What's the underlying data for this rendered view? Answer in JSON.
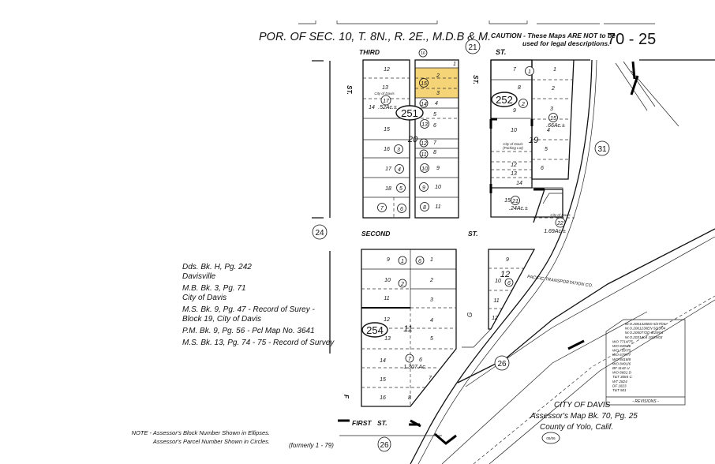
{
  "header": {
    "title": "POR. OF SEC. 10, T. 8N., R. 2E., M.D.B & M.",
    "caution_line1": "CAUTION - These Maps ARE NOT to be",
    "caution_line2": "used for legal descriptions.",
    "page_number": "70 - 25"
  },
  "streets": {
    "third": "THIRD",
    "third_st": "ST.",
    "second": "SECOND",
    "second_st": "ST.",
    "first": "FIRST",
    "first_st": "ST.",
    "west_st": "ST.",
    "west_f": "F",
    "mid_st": "ST.",
    "g": "G",
    "railroad": "PACIFIC TRANSPORTATION CO."
  },
  "blocks": {
    "b251": "251",
    "b252": "252",
    "b254": "254",
    "block_20": "20",
    "block_19": "19",
    "block_11": "11",
    "block_12": "12"
  },
  "circled": {
    "c21": "21",
    "c16": "16",
    "c24": "24",
    "c31": "31",
    "c26a": "26",
    "c26b": "26",
    "c22": "22"
  },
  "block_251": {
    "west_parcels": [
      "12",
      "13",
      "14",
      "15",
      "16",
      "17",
      "18",
      "7",
      "6"
    ],
    "west_circles": [
      "17",
      "3",
      "4",
      "5",
      "7",
      "6"
    ],
    "acreage": ".52Ac.±",
    "owner": "City of Davis",
    "east_parcels": [
      "1",
      "2",
      "3",
      "4",
      "5",
      "6",
      "7",
      "8",
      "9",
      "10",
      "11"
    ],
    "east_circles": [
      "15",
      "14",
      "13",
      "12",
      "11",
      "10",
      "9",
      "8"
    ]
  },
  "block_252": {
    "parcels": [
      "7",
      "1",
      "8",
      "2",
      "9",
      "3",
      "4",
      "10",
      "5",
      "12",
      "13",
      "6",
      "14",
      "15"
    ],
    "circles": [
      "1",
      "2",
      "15",
      "21"
    ],
    "acreage_15": ".66Ac.±",
    "acreage_21": ".24Ac.±",
    "owner": "City of Davis",
    "owner_note": "(Parking Lot)",
    "owner_22": "City of Davis",
    "acreage_22": "1.69Ac.±"
  },
  "block_254": {
    "parcels": [
      "9",
      "1",
      "10",
      "2",
      "11",
      "3",
      "12",
      "4",
      "13",
      "5",
      "14",
      "6",
      "15",
      "7",
      "16",
      "8"
    ],
    "circles": [
      "1",
      "6",
      "2",
      "7"
    ],
    "acreage": "1.307 Ac."
  },
  "block_12": {
    "parcels": [
      "9",
      "10",
      "11",
      "12"
    ],
    "circles": [
      "6"
    ]
  },
  "references": [
    "Dds. Bk. H, Pg. 242",
    "Davisville",
    "M.B. Bk. 3, Pg. 71",
    "City of Davis",
    "M.S. Bk. 9, Pg. 47 - Record of Surey -",
    "Block 19, City of Davis",
    "P.M. Bk. 9, Pg. 56 - Pcl Map No. 3641",
    "M.S. Bk. 13, Pg. 74 - 75 - Record of Survey"
  ],
  "revisions": {
    "entries": [
      "W.O.2061320ED   5/27/04",
      "W.O.2061230EN   5/25/04",
      "W.O.2050772D   3/29/04",
      "W.O.2031404   10/29/03",
      "WO 7714/75",
      "WO 8394/6",
      "WO 7597/5",
      "WO 6797/7",
      "WO 8418/8",
      "WO 8491/6",
      "BF 1142 U",
      "WO 8661 D",
      "T&T 3084 C",
      "WT 2824",
      "DF 1823",
      "T&T 501"
    ],
    "label": "- REVISIONS -"
  },
  "footer": {
    "city": "CITY OF DAVIS",
    "assessor_map": "Assessor's Map Bk. 70, Pg. 25",
    "county": "County of Yolo, Calif.",
    "date_stamp": "05/06",
    "note_line1": "NOTE - Assessor's Block Number Shown in Ellipses.",
    "note_line2": "Assessor's Parcel Number Shown in Circles.",
    "formerly": "(formerly 1 - 79)"
  },
  "colors": {
    "highlight": "#f4d477",
    "ink": "#111111",
    "paper": "#ffffff"
  }
}
